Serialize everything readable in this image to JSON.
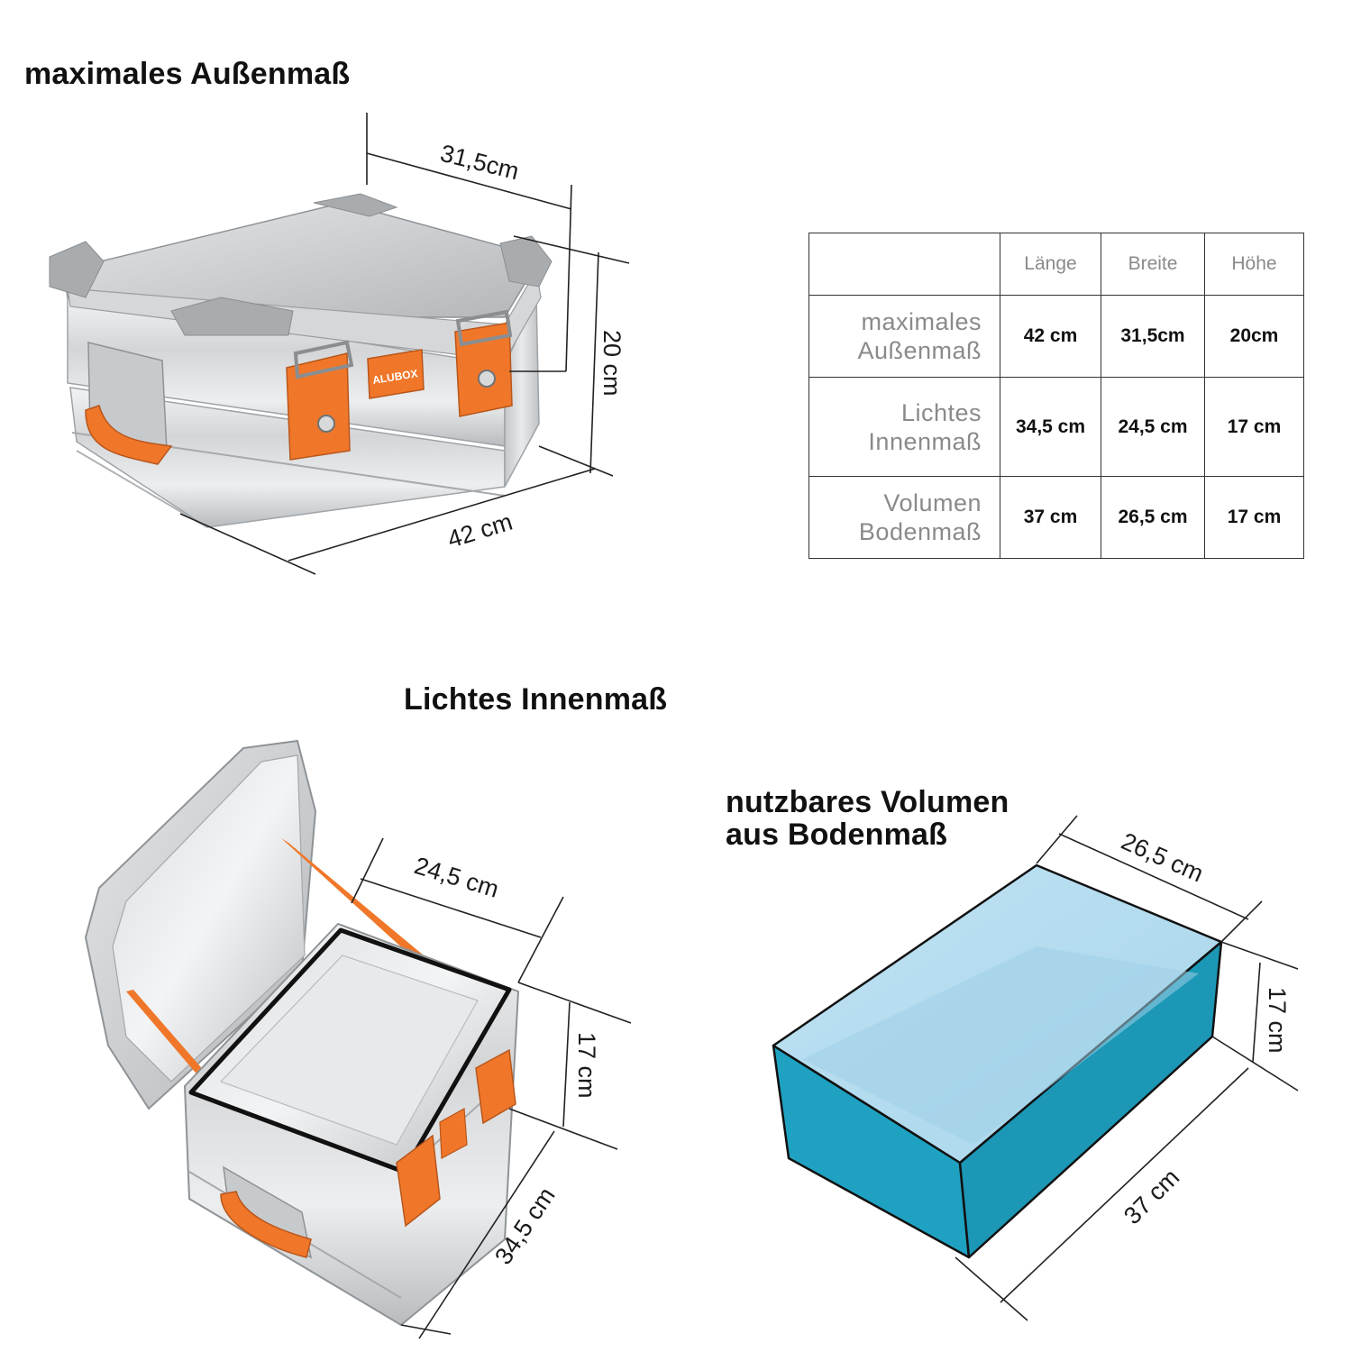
{
  "headings": {
    "outer": "maximales Außenmaß",
    "inner": "Lichtes Innenmaß",
    "volume_line1": "nutzbares Volumen",
    "volume_line2": "aus Bodenmaß"
  },
  "outer_box": {
    "brand": "ALUBOX",
    "dims": {
      "width": "31,5cm",
      "height": "20 cm",
      "length": "42 cm"
    }
  },
  "inner_box": {
    "dims": {
      "width": "24,5 cm",
      "height": "17 cm",
      "length": "34,5 cm"
    }
  },
  "volume_block": {
    "color": "#1fa2c2",
    "dims": {
      "width": "26,5 cm",
      "height": "17 cm",
      "length": "37 cm"
    }
  },
  "table": {
    "columns": [
      "Länge",
      "Breite",
      "Höhe"
    ],
    "rows": [
      {
        "label_line1": "maximales",
        "label_line2": "Außenmaß",
        "values": [
          "42 cm",
          "31,5cm",
          "20cm"
        ]
      },
      {
        "label_line1": "Lichtes",
        "label_line2": "Innenmaß",
        "values": [
          "34,5 cm",
          "24,5 cm",
          "17 cm"
        ]
      },
      {
        "label_line1": "Volumen",
        "label_line2": "Bodenmaß",
        "values": [
          "37 cm",
          "26,5 cm",
          "17 cm"
        ]
      }
    ]
  },
  "colors": {
    "accent_orange": "#f0772a",
    "aluminium": "#c9cbcd",
    "volume_blue": "#1fa2c2"
  }
}
